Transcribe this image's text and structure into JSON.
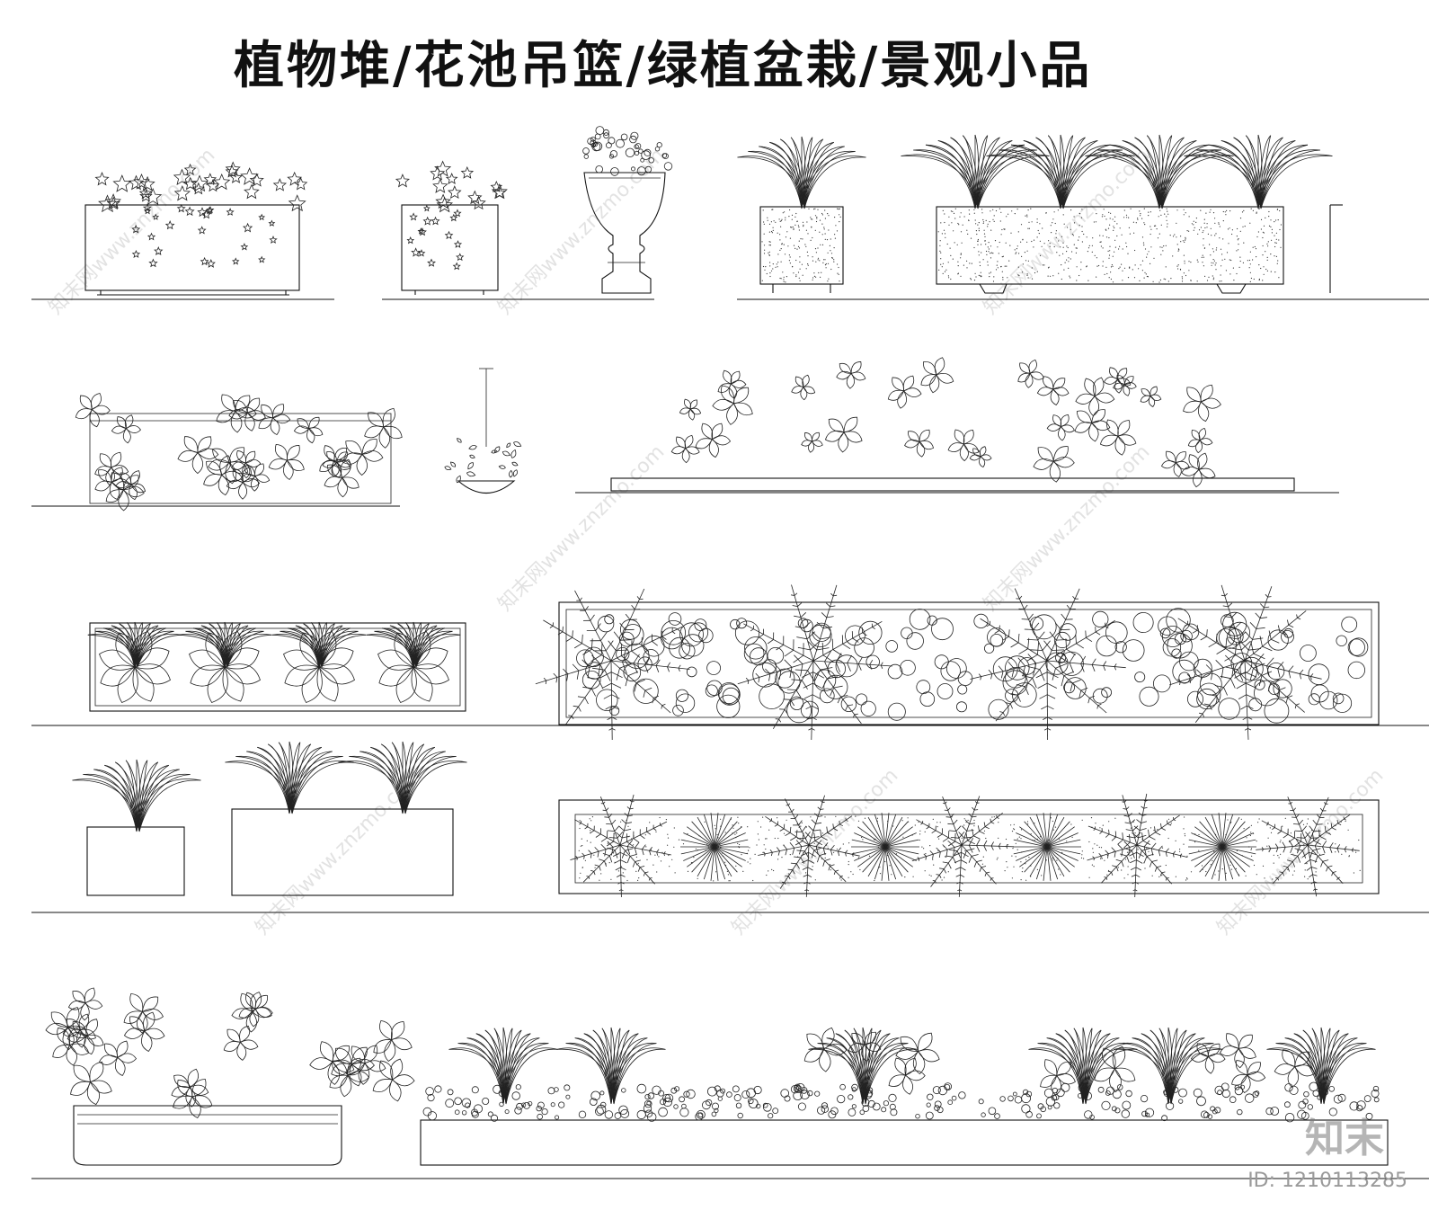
{
  "title": "植物堆/花池吊篮/绿植盆栽/景观小品",
  "watermark": "www.znzmo.com",
  "watermark_brand": "知末网",
  "brand_logo": "知末",
  "image_id": "ID: 1210113285"
}
